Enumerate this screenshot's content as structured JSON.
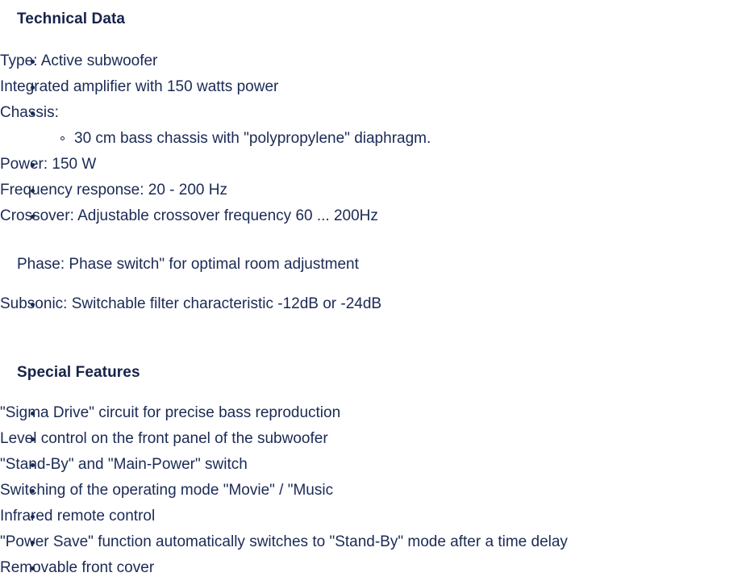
{
  "document": {
    "text_color": "#1b2a55",
    "heading_color": "#16234a",
    "background_color": "#ffffff"
  },
  "sections": [
    {
      "id": "technical-data",
      "heading": "Technical Data",
      "items": [
        {
          "text": "Type: Active subwoofer",
          "level": 1
        },
        {
          "text": "Integrated amplifier with 150 watts power",
          "level": 1
        },
        {
          "text": "Chassis:",
          "level": 1
        },
        {
          "text": "30 cm bass chassis with \"polypropylene\" diaphragm.",
          "level": 2
        },
        {
          "text": "Power: 150 W",
          "level": 1
        },
        {
          "text": "Frequency response: 20 - 200 Hz",
          "level": 1
        },
        {
          "text": "Crossover: Adjustable crossover frequency 60 ... 200Hz",
          "level": 1
        }
      ],
      "paragraph": "Phase: Phase switch\" for optimal room adjustment",
      "trailing_items": [
        {
          "text": "Subsonic: Switchable filter characteristic -12dB or -24dB",
          "level": 1
        }
      ]
    },
    {
      "id": "special-features",
      "heading": "Special Features",
      "items": [
        {
          "text": "\"Sigma Drive\" circuit for precise bass reproduction",
          "level": 1
        },
        {
          "text": "Level control on the front panel of the subwoofer",
          "level": 1
        },
        {
          "text": "\"Stand-By\" and \"Main-Power\" switch",
          "level": 1
        },
        {
          "text": "Switching of the operating mode \"Movie\" / \"Music",
          "level": 1
        },
        {
          "text": "Infrared remote control",
          "level": 1
        },
        {
          "text": "\"Power Save\" function automatically switches to \"Stand-By\" mode after a time delay",
          "level": 1
        },
        {
          "text": "Removable front cover",
          "level": 1
        }
      ]
    }
  ]
}
